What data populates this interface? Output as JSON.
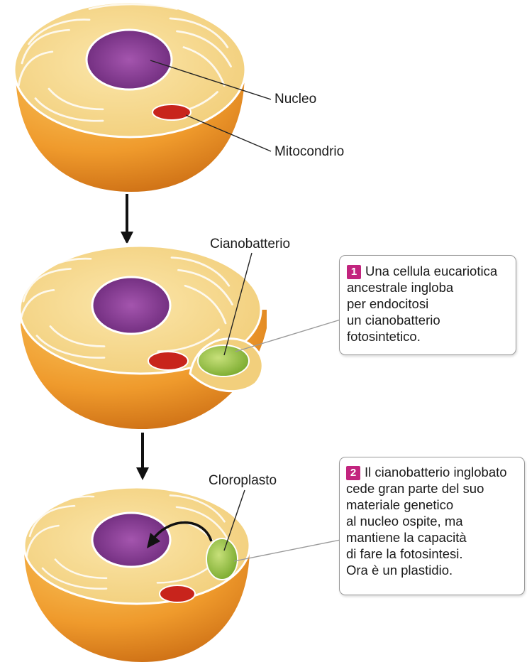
{
  "labels": {
    "nucleo": "Nucleo",
    "mitocondrio": "Mitocondrio",
    "cianobatterio": "Cianobatterio",
    "cloroplasto": "Cloroplasto"
  },
  "steps": [
    {
      "number": "1",
      "lines": [
        "Una cellula eucariotica",
        "ancestrale ingloba",
        "per endocitosi",
        "un cianobatterio",
        "fotosintetico."
      ]
    },
    {
      "number": "2",
      "lines": [
        "Il cianobatterio inglobato",
        "cede gran parte del suo",
        "materiale genetico",
        "al nucleo ospite, ma",
        "mantiene la capacità",
        "di fare la fotosintesi.",
        "Ora è un plastidio."
      ]
    }
  ],
  "colors": {
    "cytoplasm": "#f6d68a",
    "membrane_outer": "#ef9a2c",
    "nucleus": "#8a3f95",
    "mitochondrion": "#c8241c",
    "chloroplast": "#9cc24a",
    "badge": "#c2247e"
  }
}
